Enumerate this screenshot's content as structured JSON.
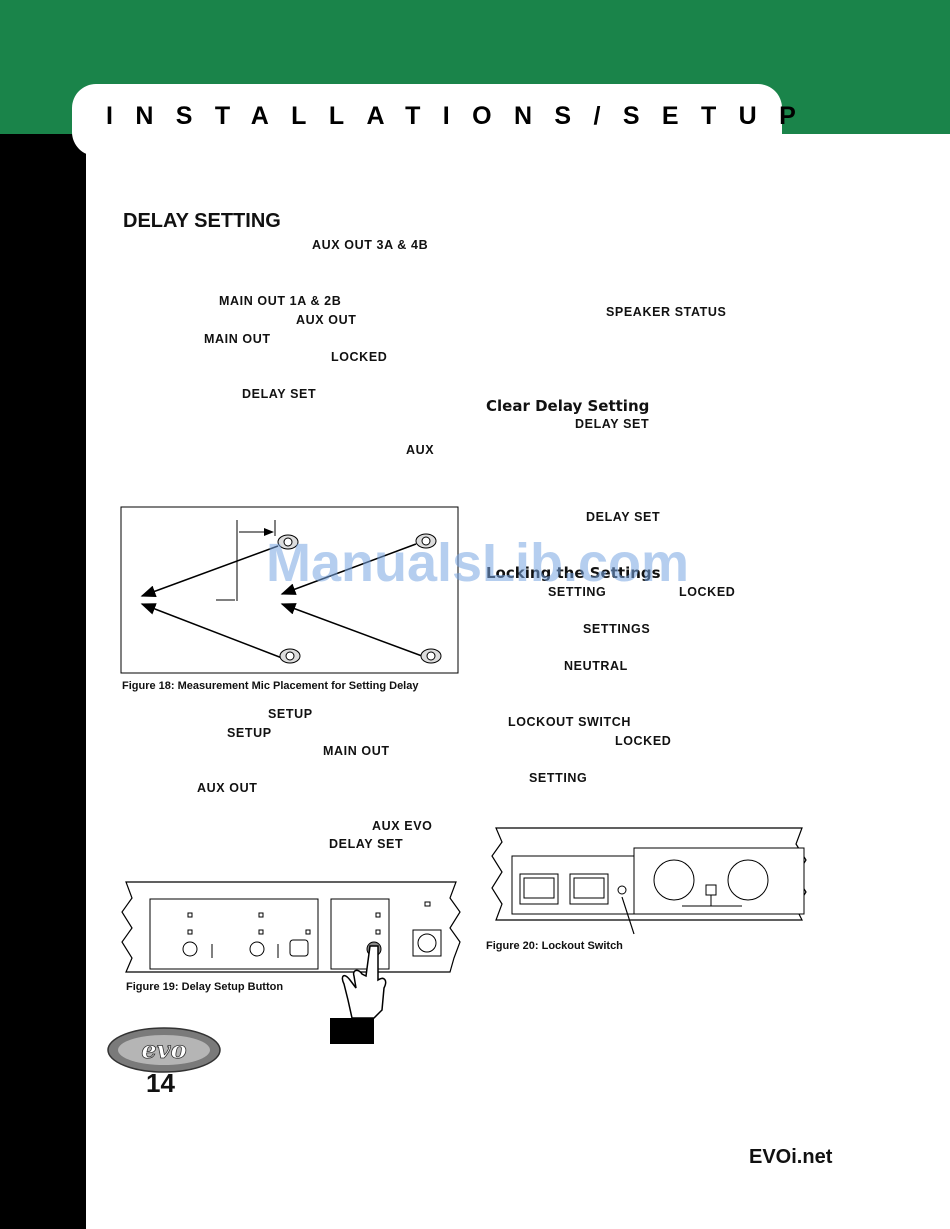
{
  "header": {
    "title": "INSTALLATIONS/SETUP"
  },
  "sections": {
    "delay_setting": "DELAY SETTING",
    "clear_delay": "Clear Delay Setting",
    "locking": "Locking the Settings"
  },
  "keywords": {
    "aux_out_3a4b": "AUX OUT 3A & 4B",
    "main_out_1a2b": "MAIN OUT 1A & 2B",
    "aux_out_1": "AUX OUT",
    "main_out_1": "MAIN OUT",
    "locked_1": "LOCKED",
    "delay_set_1": "DELAY SET",
    "aux_1": "AUX",
    "setup_1": "SETUP",
    "setup_2": "SETUP",
    "main_out_2": "MAIN OUT",
    "aux_out_2": "AUX OUT",
    "aux_evo": "AUX EVO",
    "delay_set_2": "DELAY SET",
    "speaker_status": "SPEAKER STATUS",
    "delay_set_3": "DELAY SET",
    "delay_set_4": "DELAY SET",
    "setting_1": "SETTING",
    "locked_2": "LOCKED",
    "settings": "SETTINGS",
    "neutral": "NEUTRAL",
    "lockout_switch": "LOCKOUT SWITCH",
    "locked_3": "LOCKED",
    "setting_2": "SETTING"
  },
  "figures": {
    "fig18": "Figure 18: Measurement Mic Placement for Setting Delay",
    "fig19": "Figure 19: Delay Setup Button",
    "fig20": "Figure 20: Lockout Switch"
  },
  "watermark": "ManualsLib.com",
  "footer": {
    "page_number": "14",
    "site": "EVOi.net",
    "logo_text": "evo"
  },
  "colors": {
    "band": "#1a844a",
    "left_bar": "#000000",
    "watermark": "#78a5e1"
  }
}
